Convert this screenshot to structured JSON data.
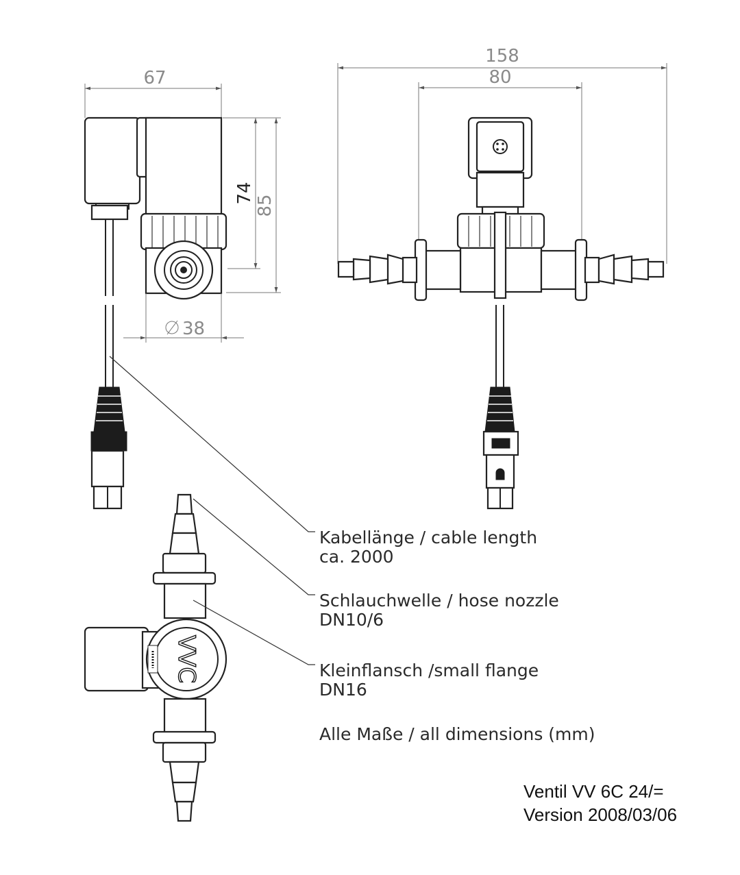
{
  "dimensions": {
    "side_width": "67",
    "height_inner": "74",
    "height_outer": "85",
    "diameter": "38",
    "total_width": "158",
    "inner_width": "80"
  },
  "labels": {
    "cable_line1": "Kabellänge / cable length",
    "cable_line2": "ca. 2000",
    "hose_line1": "Schlauchwelle / hose nozzle",
    "hose_line2": "DN10/6",
    "flange_line1": "Kleinflansch /small flange",
    "flange_line2": "DN16",
    "all_dims": "Alle Maße / all dimensions (mm)"
  },
  "product": {
    "name": "Ventil VV 6C 24/=",
    "version": "Version 2008/03/06"
  },
  "logo": "VVC"
}
